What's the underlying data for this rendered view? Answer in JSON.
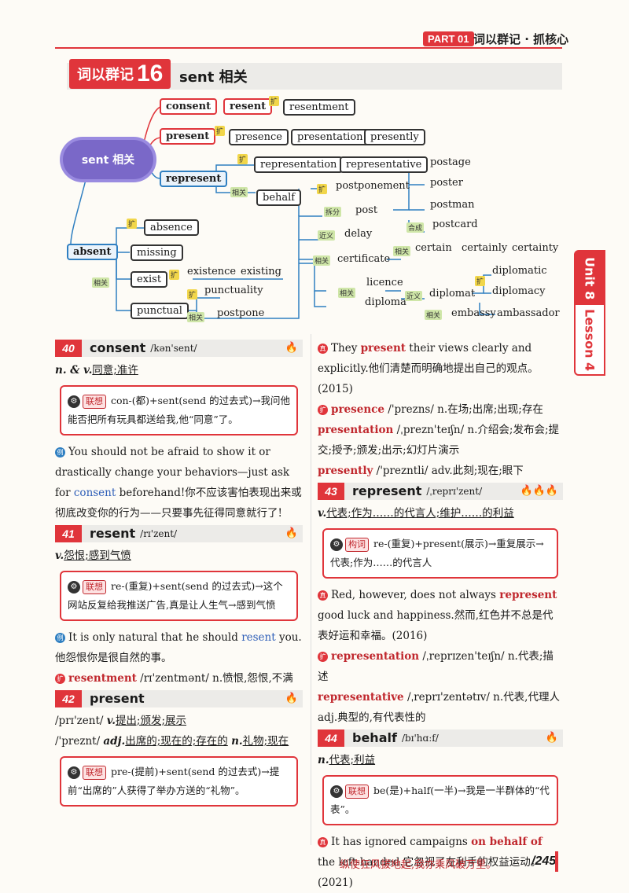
{
  "header": {
    "part": "PART 01",
    "title": "词以群记 · 抓核心"
  },
  "section": {
    "badge_text": "词以群记",
    "badge_num": "16",
    "subtitle": "sent 相关"
  },
  "side_tab": {
    "unit": "Unit 8",
    "lesson": "Lesson 4"
  },
  "mindmap": {
    "center": "sent 相关",
    "consent": "consent",
    "resent": "resent",
    "resentment": "resentment",
    "present": "present",
    "presence": "presence",
    "presentation": "presentation",
    "presently": "presently",
    "represent": "represent",
    "representation": "representation",
    "representative": "representative",
    "behalf": "behalf",
    "postponement": "postponement",
    "post": "post",
    "postage": "postage",
    "poster": "poster",
    "postman": "postman",
    "postcard": "postcard",
    "delay": "delay",
    "certificate": "certificate",
    "certain": "certain",
    "certainly": "certainly",
    "certainty": "certainty",
    "licence": "licence",
    "diploma": "diploma",
    "diplomat": "diplomat",
    "diplomatic": "diplomatic",
    "diplomacy": "diplomacy",
    "embassy": "embassy",
    "ambassador": "ambassador",
    "absent": "absent",
    "absence": "absence",
    "missing": "missing",
    "exist": "exist",
    "existence": "existence",
    "existing": "existing",
    "punctual": "punctual",
    "punctuality": "punctuality",
    "postpone": "postpone",
    "tag_ext": "扩",
    "tag_rel": "相关",
    "tag_split": "拆分",
    "tag_syn": "近义",
    "tag_comp": "合成"
  },
  "left": {
    "e40": {
      "num": "40",
      "word": "consent",
      "phon": "/kən'sent/",
      "pos_line": "n. & v.",
      "meaning": "同意;准许",
      "box_label": "联想",
      "box_text": "con-(都)+sent(send 的过去式)→我问他能否把所有玩具都送给我,他“同意”了。",
      "ex_icon": "例",
      "ex_en_a": "You should not be afraid to show it or drastically change your behaviors—just ask for ",
      "ex_en_hl": "consent",
      "ex_en_b": " beforehand!",
      "ex_cn": "你不应该害怕表现出来或彻底改变你的行为——只要事先征得同意就行了!"
    },
    "e41": {
      "num": "41",
      "word": "resent",
      "phon": "/rɪ'zent/",
      "pos": "v.",
      "meaning": "怨恨;感到气愤",
      "box_label": "联想",
      "box_text": "re-(重复)+sent(send 的过去式)→这个网站反复给我推送广告,真是让人生气→感到气愤",
      "ex_icon": "例",
      "ex_en_a": "It is only natural that he should ",
      "ex_en_hl": "resent",
      "ex_en_b": " you.",
      "ex_cn": "他怨恨你是很自然的事。",
      "ext_icon": "扩",
      "ext_word": "resentment",
      "ext_text": "/rɪ'zentmənt/ n.愤恨,怨恨,不满"
    },
    "e42": {
      "num": "42",
      "word": "present",
      "line1_phon": "/prɪ'zent/",
      "line1_pos": "v.",
      "line1_meaning": "提出;颁发;展示",
      "line2_phon": "/'preznt/",
      "line2_pos": "adj.",
      "line2_meaning": "出席的;现在的;存在的",
      "line2_pos_n": "n.",
      "line2_meaning_n": "礼物;现在",
      "box_label": "联想",
      "box_text": "pre-(提前)+sent(send 的过去式)→提前“出席的”人获得了举办方送的“礼物”。"
    }
  },
  "right": {
    "ex_top_icon": "真",
    "ex_top_a": "They ",
    "ex_top_hl": "present",
    "ex_top_b": " their views clearly and explicitly.",
    "ex_top_cn": "他们清楚而明确地提出自己的观点。(2015)",
    "ext_icon": "扩",
    "presence_w": "presence",
    "presence_t": "/'prezns/ n.在场;出席;出现;存在",
    "presentation_w": "presentation",
    "presentation_t": "/ˌprezn'teɪʃn/ n.介绍会;发布会;提交;授予;颁发;出示;幻灯片演示",
    "presently_w": "presently",
    "presently_t": "/'prezntli/ adv.此刻;现在;眼下",
    "e43": {
      "num": "43",
      "word": "represent",
      "phon": "/ˌreprɪ'zent/",
      "pos": "v.",
      "meaning": "代表;作为……的代言人;维护……的利益",
      "box_label": "构词",
      "box_text": "re-(重复)+present(展示)→重复展示→代表;作为……的代言人",
      "ex_icon": "真",
      "ex_en_a": "Red, however, does not always ",
      "ex_en_hl": "represent",
      "ex_en_b": " good luck and happiness.",
      "ex_cn": "然而,红色并不总是代表好运和幸福。(2016)",
      "rep1_w": "representation",
      "rep1_t": "/ˌreprɪzen'teɪʃn/ n.代表;描述",
      "rep2_w": "representative",
      "rep2_t": "/ˌreprɪ'zentətɪv/ n.代表,代理人",
      "rep2_adj": "adj.典型的,有代表性的"
    },
    "e44": {
      "num": "44",
      "word": "behalf",
      "phon": "/bɪ'hɑːf/",
      "pos": "n.",
      "meaning": "代表;利益",
      "box_label": "联想",
      "box_text": "be(是)+half(一半)→我是一半群体的“代表”。",
      "ex_icon": "真",
      "ex_en_a": "It has ignored campaigns ",
      "ex_en_hl": "on behalf of",
      "ex_en_b": " the left-handed.",
      "ex_cn": "它忽视了左利手的权益运动。(2021)"
    }
  },
  "footer": {
    "motto": "纵使狂风拔地起,我亦乘风破万里。",
    "page": "/245"
  }
}
